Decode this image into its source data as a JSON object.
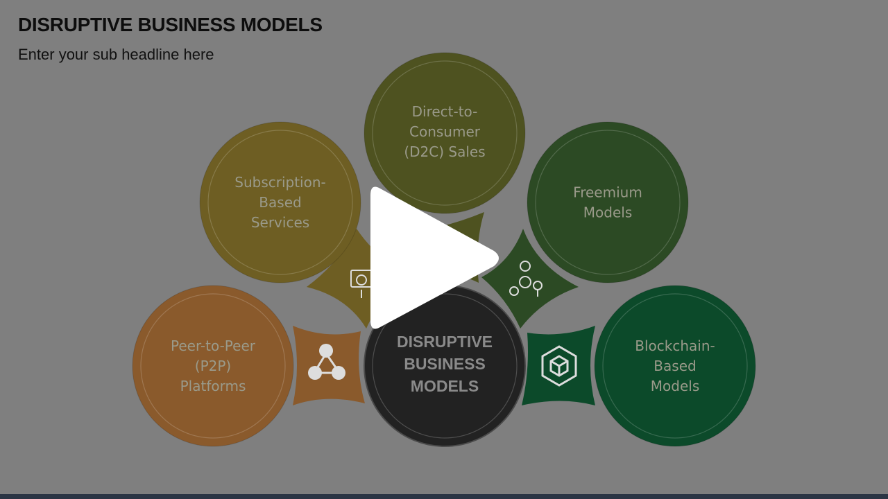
{
  "slide": {
    "title": "DISRUPTIVE BUSINESS MODELS",
    "subtitle": "Enter your sub headline here"
  },
  "diagram": {
    "center": {
      "lines": [
        "DISRUPTIVE",
        "BUSINESS",
        "MODELS"
      ],
      "color": "#222222"
    },
    "circles": [
      {
        "id": "p2p",
        "lines": [
          "Peer-to-Peer",
          "(P2P)",
          "Platforms"
        ],
        "color": "#8a5a2c"
      },
      {
        "id": "subscription",
        "lines": [
          "Subscription-",
          "Based",
          "Services"
        ],
        "color": "#6e5e23"
      },
      {
        "id": "d2c",
        "lines": [
          "Direct-to-",
          "Consumer",
          "(D2C) Sales"
        ],
        "color": "#4e5220"
      },
      {
        "id": "freemium",
        "lines": [
          "Freemium",
          "Models"
        ],
        "color": "#2c4a24"
      },
      {
        "id": "blockchain",
        "lines": [
          "Blockchain-",
          "Based",
          "Models"
        ],
        "color": "#0c4a2a"
      }
    ],
    "connector_icons": [
      {
        "name": "network-icon",
        "color": "#8a5a2c"
      },
      {
        "name": "dollar-screen-icon",
        "color": "#6e5e23"
      },
      {
        "name": "idea-icon",
        "color": "#4e5220"
      },
      {
        "name": "people-money-gear-icon",
        "color": "#2c4a24"
      },
      {
        "name": "blockchain-cube-icon",
        "color": "#0c4a2a"
      }
    ]
  },
  "player": {
    "play_icon": "play-icon"
  }
}
